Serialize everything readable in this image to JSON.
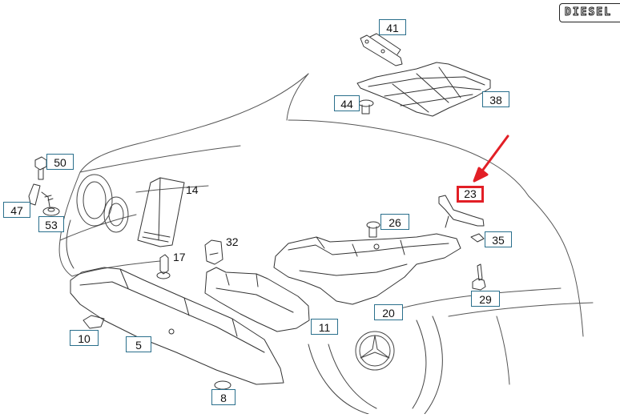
{
  "badge": {
    "text": "DIESEL"
  },
  "callouts": {
    "c41": "41",
    "c38": "38",
    "c44": "44",
    "c50": "50",
    "c47": "47",
    "c53": "53",
    "c14": "14",
    "c17": "17",
    "c32": "32",
    "c26": "26",
    "c23": "23",
    "c35": "35",
    "c29": "29",
    "c20": "20",
    "c11": "11",
    "c10": "10",
    "c5": "5",
    "c8": "8"
  },
  "colors": {
    "callout_border": "#2a6f8c",
    "highlight": "#e21f26",
    "line": "#333333"
  }
}
